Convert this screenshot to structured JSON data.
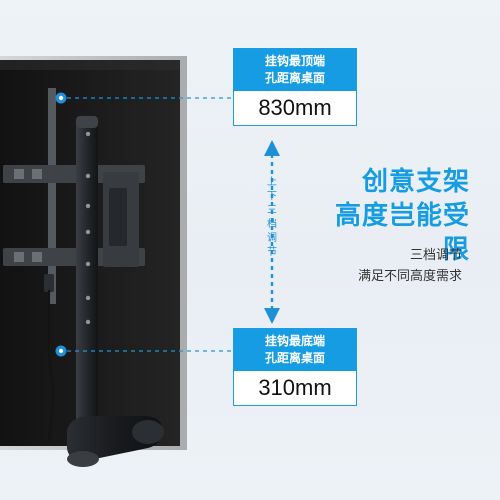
{
  "callouts": {
    "top": {
      "title": "挂钩最顶端\n孔距离桌面",
      "value": "830mm"
    },
    "bottom": {
      "title": "挂钩最底端\n孔距离桌面",
      "value": "310mm"
    }
  },
  "adjustment_label": "上下三档调节",
  "headline": {
    "line1": "创意支架",
    "line2": "高度岂能受限"
  },
  "subtext": {
    "line1": "三档调节",
    "line2": "满足不同高度需求"
  },
  "colors": {
    "accent": "#169ce3",
    "screen": "#1a1a1a",
    "stand": "#2a2d31",
    "text": "#333333"
  },
  "icons": {
    "top_pointer": "dot-connector-icon",
    "bottom_pointer": "dot-connector-icon",
    "height_arrow": "double-arrow-icon"
  }
}
